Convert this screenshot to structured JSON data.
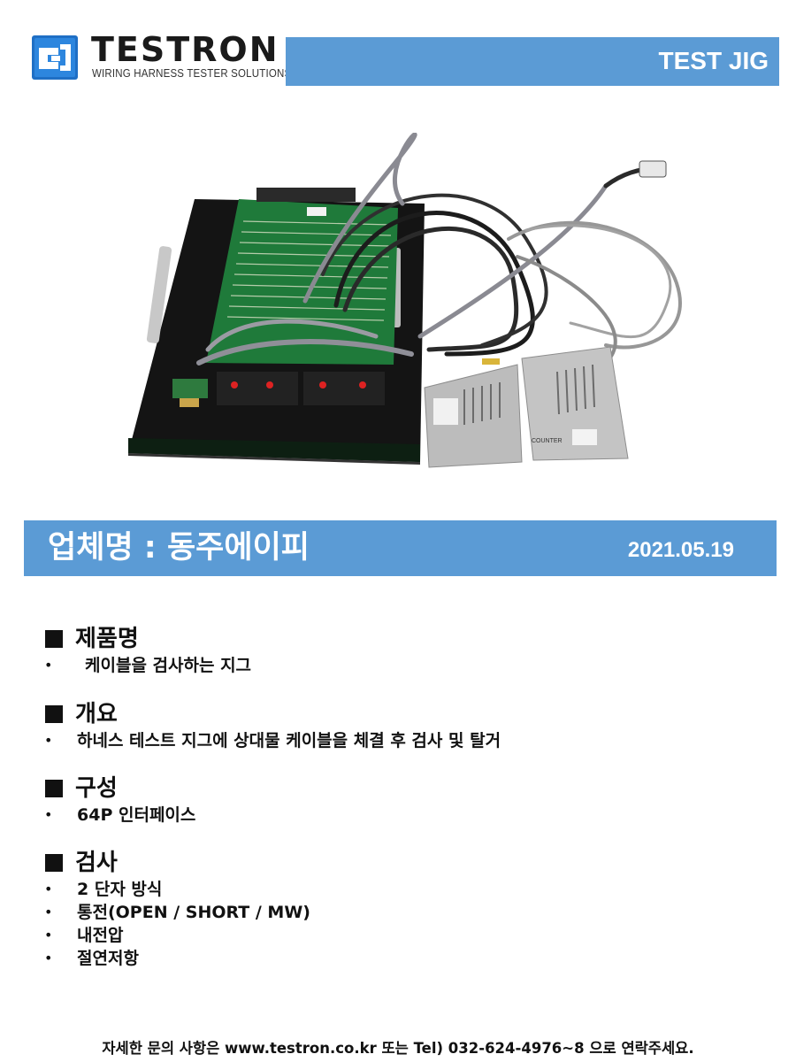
{
  "header": {
    "brand_name": "TESTRON",
    "brand_tagline": "WIRING HARNESS TESTER SOLUTIONS",
    "banner_label": "TEST JIG",
    "logo_icon": "testron-logo-icon",
    "banner_color": "#5b9bd5"
  },
  "photo": {
    "icon": "test-jig-product-photo",
    "counter_label": "COUNTER"
  },
  "company": {
    "name": "업체명 : 동주에이피",
    "date": "2021.05.19"
  },
  "sections": [
    {
      "title": "제품명",
      "items": [
        "케이블을 검사하는 지그"
      ]
    },
    {
      "title": "개요",
      "items": [
        "하네스 테스트 지그에 상대물 케이블을 체결 후 검사 및 탈거"
      ]
    },
    {
      "title": "구성",
      "items": [
        "64P 인터페이스"
      ]
    },
    {
      "title": "검사",
      "items": [
        "2 단자 방식",
        "통전(OPEN / SHORT / MW)",
        "내전압",
        "절연저항"
      ]
    }
  ],
  "bullet_char": "•",
  "footer": {
    "text": "자세한 문의 사항은 www.testron.co.kr 또는 Tel) 032-624-4976~8 으로 연락주세요."
  }
}
